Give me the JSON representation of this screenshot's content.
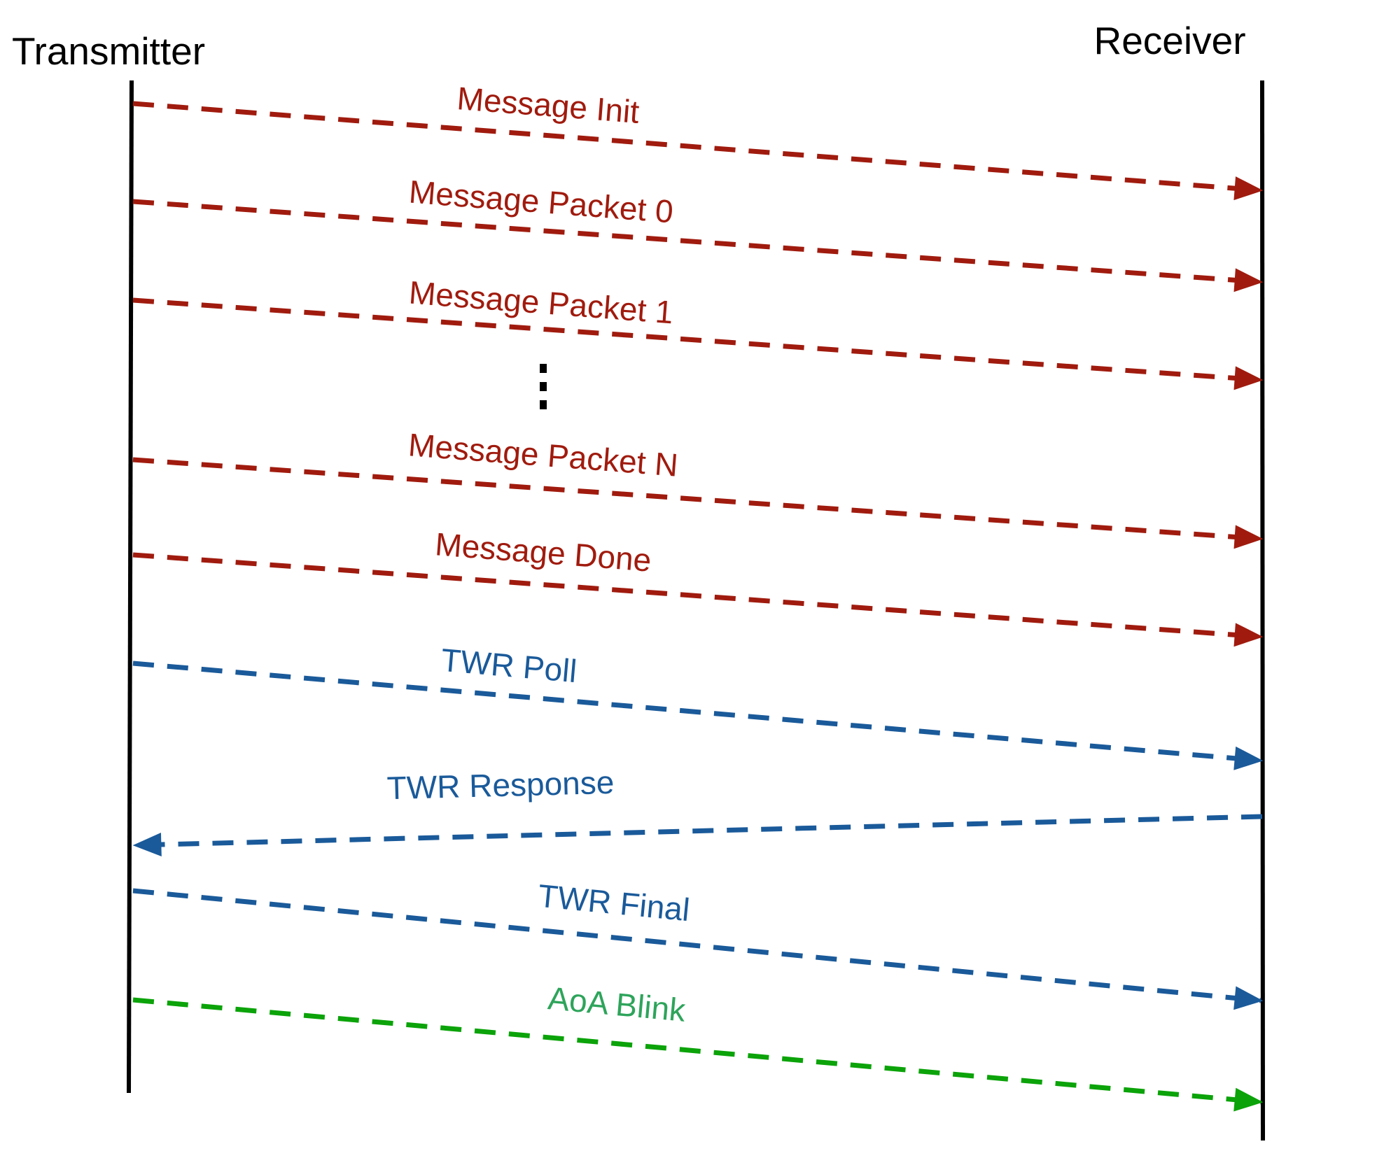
{
  "diagram": {
    "participants": [
      {
        "name": "Transmitter",
        "side": "left"
      },
      {
        "name": "Receiver",
        "side": "right"
      }
    ],
    "messages": [
      {
        "label": "Message Init",
        "from": "Transmitter",
        "to": "Receiver",
        "color": "dark-red"
      },
      {
        "label": "Message Packet 0",
        "from": "Transmitter",
        "to": "Receiver",
        "color": "dark-red"
      },
      {
        "label": "Message Packet 1",
        "from": "Transmitter",
        "to": "Receiver",
        "color": "dark-red"
      },
      {
        "label": "Message Packet N",
        "from": "Transmitter",
        "to": "Receiver",
        "color": "dark-red"
      },
      {
        "label": "Message Done",
        "from": "Transmitter",
        "to": "Receiver",
        "color": "dark-red"
      },
      {
        "label": "TWR Poll",
        "from": "Transmitter",
        "to": "Receiver",
        "color": "blue"
      },
      {
        "label": "TWR Response",
        "from": "Receiver",
        "to": "Transmitter",
        "color": "blue"
      },
      {
        "label": "TWR Final",
        "from": "Transmitter",
        "to": "Receiver",
        "color": "blue"
      },
      {
        "label": "AoA Blink",
        "from": "Transmitter",
        "to": "Receiver",
        "color": "green"
      }
    ],
    "ellipsis_symbol": "⋮"
  },
  "colors": {
    "black": "#000000",
    "dark_red": "#A01B0E",
    "blue": "#1A5A9A",
    "green_arrow": "#0BA309",
    "green_text": "#2EA45B"
  }
}
